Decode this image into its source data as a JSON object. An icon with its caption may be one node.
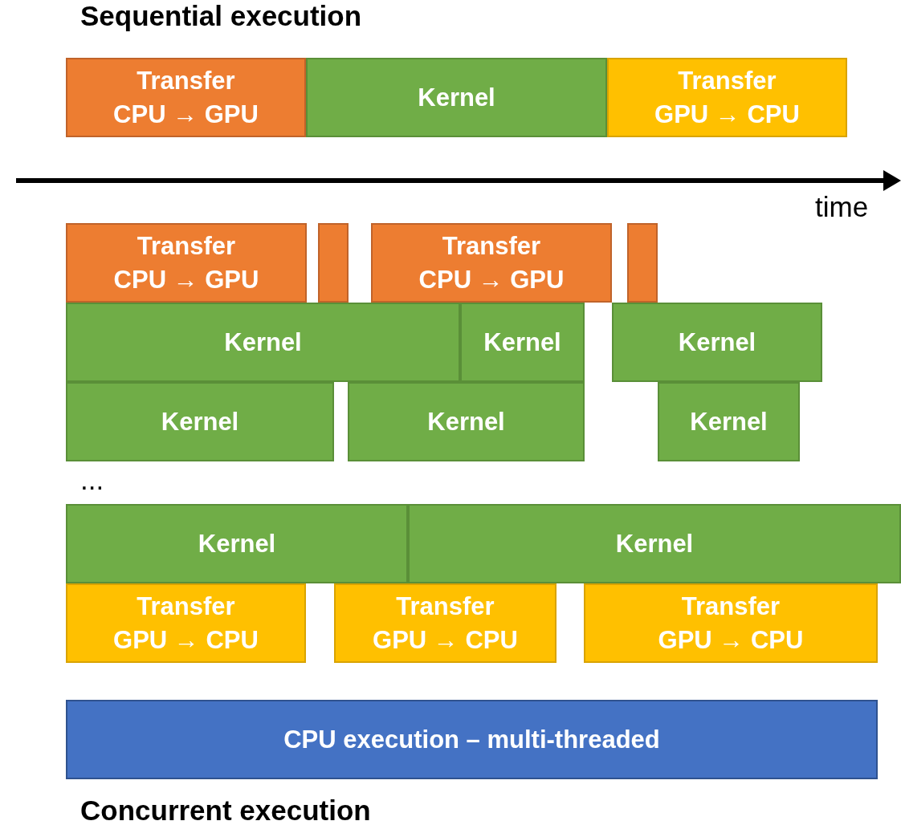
{
  "diagram": {
    "title": "Sequential execution",
    "caption": "Concurrent execution",
    "nodes": [
      {
        "text": [
          "Transfer CPU → GPU"
        ]
      },
      {
        "text": [
          "Kernel"
        ]
      },
      {
        "text": [
          "Transfer GPU → CPU"
        ]
      },
      {
        "text": [
          "Transfer CPU → GPU"
        ]
      },
      {
        "text": [],
        "shape": "box"
      },
      {
        "text": [
          "Transfer CPU → GPU"
        ]
      },
      {
        "text": [],
        "shape": "box"
      },
      {
        "text": [
          "Kernel"
        ]
      },
      {
        "text": [
          "Kernel"
        ]
      },
      {
        "text": [
          "Kernel"
        ]
      },
      {
        "text": [
          "Kernel"
        ]
      },
      {
        "text": [
          "Kernel"
        ]
      },
      {
        "text": [
          "Kernel"
        ]
      },
      {
        "text": [
          "Kernel"
        ]
      },
      {
        "text": [
          "Kernel"
        ]
      },
      {
        "text": [
          "Transfer GPU → CPU"
        ]
      },
      {
        "text": [
          "Transfer GPU → CPU"
        ]
      },
      {
        "text": [
          "Transfer GPU → CPU"
        ]
      },
      {
        "text": [
          "CPU execution – multi-threaded"
        ]
      }
    ],
    "labels": [
      "time",
      "..."
    ]
  }
}
